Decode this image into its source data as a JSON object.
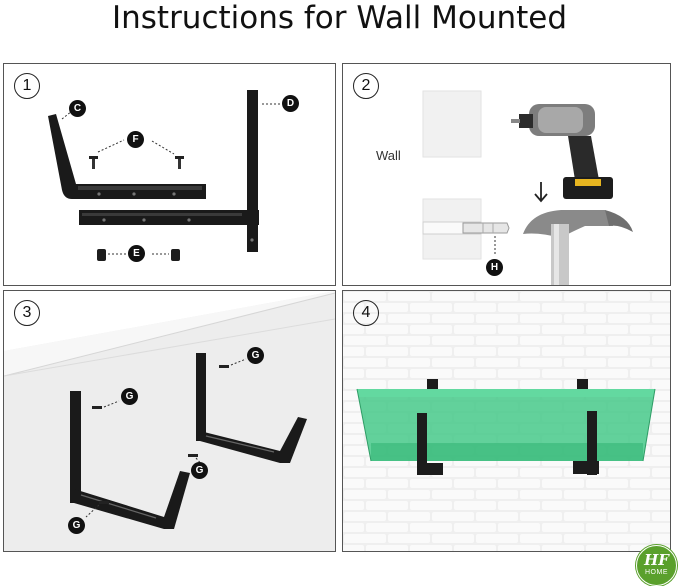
{
  "title": "Instructions for Wall Mounted",
  "panels": [
    {
      "number": "1",
      "labels": {
        "c": "C",
        "d": "D",
        "f": "F",
        "e": "E"
      }
    },
    {
      "number": "2",
      "wall_text": "Wall",
      "labels": {
        "h": "H"
      }
    },
    {
      "number": "3",
      "labels": {
        "g": "G"
      }
    },
    {
      "number": "4"
    }
  ],
  "logo": {
    "mark": "HF",
    "text": "HOME"
  },
  "colors": {
    "bracket": "#1a1a1a",
    "box_green": "#47c98a",
    "brick": "#efefef",
    "wall": "#ececec",
    "logo": "#5aa02c"
  }
}
